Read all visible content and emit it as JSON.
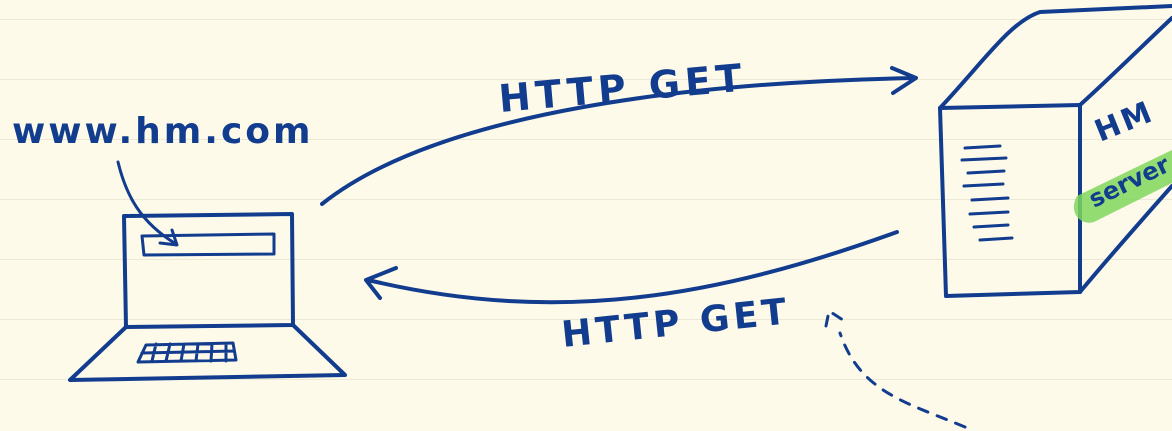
{
  "diagram": {
    "client_url_label": "www.hm.com",
    "request_label": "HTTP GET",
    "response_label": "HTTP GET",
    "server_name_label": "HM",
    "server_tag_label": "server",
    "colors": {
      "paper": "#fdfaea",
      "ruled_line": "#ece8d6",
      "ink": "#123c8e",
      "highlight": "#7fd65c"
    }
  }
}
